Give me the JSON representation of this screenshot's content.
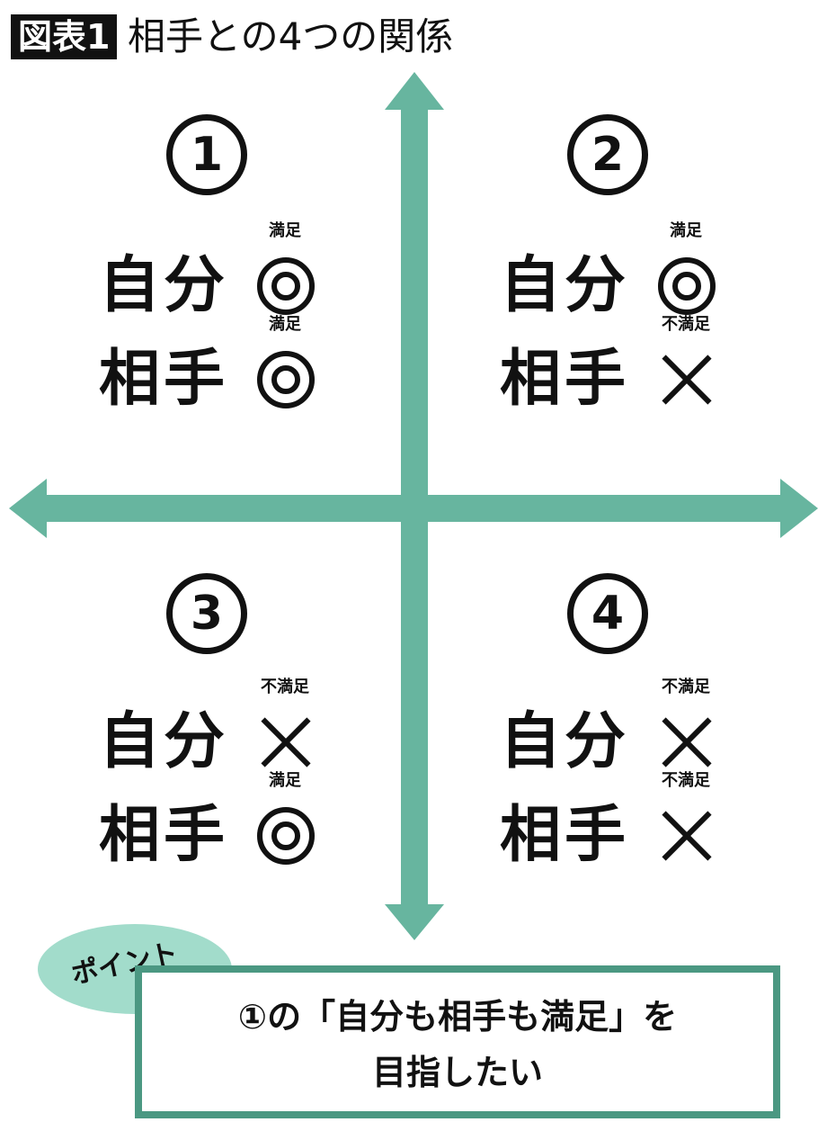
{
  "header": {
    "figure_label": "図表1",
    "title": "相手との4つの関係"
  },
  "colors": {
    "arrow": "#67b59f",
    "box_border": "#4b9882",
    "bubble": "#a2dccb"
  },
  "quadrants": [
    {
      "number": "1",
      "self": {
        "label": "自分",
        "status": "満足",
        "mark": "double-circle"
      },
      "other": {
        "label": "相手",
        "status": "満足",
        "mark": "double-circle"
      }
    },
    {
      "number": "2",
      "self": {
        "label": "自分",
        "status": "満足",
        "mark": "double-circle"
      },
      "other": {
        "label": "相手",
        "status": "不満足",
        "mark": "cross"
      }
    },
    {
      "number": "3",
      "self": {
        "label": "自分",
        "status": "不満足",
        "mark": "cross"
      },
      "other": {
        "label": "相手",
        "status": "満足",
        "mark": "double-circle"
      }
    },
    {
      "number": "4",
      "self": {
        "label": "自分",
        "status": "不満足",
        "mark": "cross"
      },
      "other": {
        "label": "相手",
        "status": "不満足",
        "mark": "cross"
      }
    }
  ],
  "point": {
    "badge": "ポイント",
    "line1": "①の「自分も相手も満足」を",
    "line2": "目指したい"
  }
}
